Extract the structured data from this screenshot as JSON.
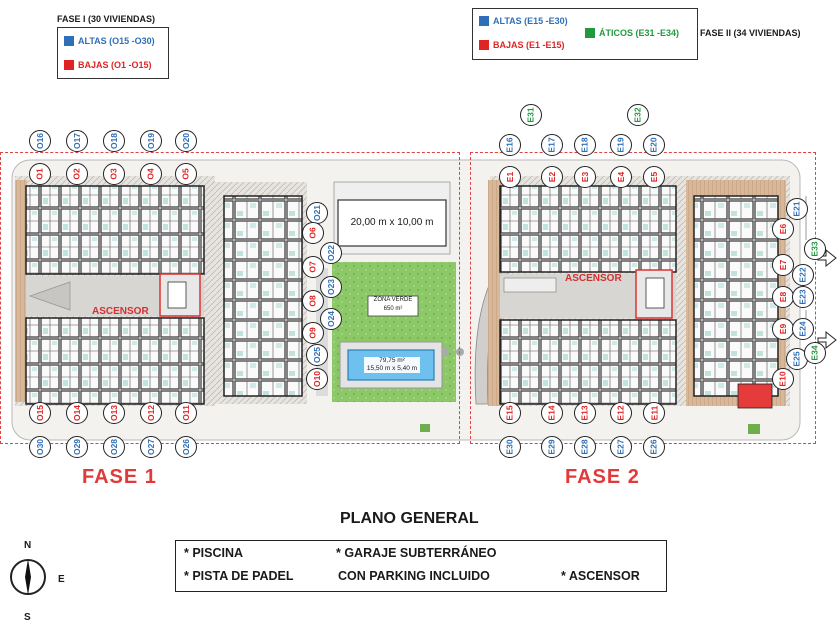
{
  "legend_phase1": {
    "title": "FASE I (30 VIVIENDAS)",
    "altas": "ALTAS (O15 -O30)",
    "bajas": "BAJAS (O1 -O15)"
  },
  "legend_phase2": {
    "altas": "ALTAS (E15 -E30)",
    "bajas": "BAJAS (E1 -E15)",
    "aticos": "ÁTICOS (E31 -E34)",
    "title": "FASE II (34 VIVIENDAS)"
  },
  "colors": {
    "altas": "#2f6fb8",
    "bajas": "#e02424",
    "aticos": "#1f9a3f",
    "phase_label": "#e03a3a",
    "frame": "#d44444"
  },
  "phase1_units": {
    "top_upper": [
      "O16",
      "O17",
      "O18",
      "O19",
      "O20"
    ],
    "top_lower": [
      "O1",
      "O2",
      "O3",
      "O4",
      "O5"
    ],
    "right_column": [
      "O21",
      "O6",
      "O22",
      "O7",
      "O23",
      "O8",
      "O24",
      "O9",
      "O25",
      "O10"
    ],
    "bottom_upper": [
      "O15",
      "O14",
      "O13",
      "O12",
      "O11"
    ],
    "bottom_lower": [
      "O30",
      "O29",
      "O28",
      "O27",
      "O26"
    ]
  },
  "phase2_units": {
    "aticos_top": [
      "E31",
      "E32"
    ],
    "top_upper": [
      "E16",
      "E17",
      "E18",
      "E19",
      "E20"
    ],
    "top_lower": [
      "E1",
      "E2",
      "E3",
      "E4",
      "E5"
    ],
    "right_inner": [
      "E6",
      "E7",
      "E8",
      "E9",
      "E10"
    ],
    "right_outer": [
      "E21",
      "E22",
      "E23",
      "E24",
      "E25"
    ],
    "aticos_right": [
      "E33",
      "E34"
    ],
    "bottom_upper": [
      "E15",
      "E14",
      "E13",
      "E12",
      "E11"
    ],
    "bottom_lower": [
      "E30",
      "E29",
      "E28",
      "E27",
      "E26"
    ]
  },
  "center": {
    "padel_label": "20,00 m x 10,00 m",
    "green_zone_label": "ZONA VERDE",
    "green_zone_area": "650 m²",
    "pool_area": "79,75 m²",
    "pool_dims": "15,50 m x 5,40 m"
  },
  "elevators": {
    "phase1": "ASCENSOR",
    "phase2": "ASCENSOR"
  },
  "phase_labels": {
    "fase1": "FASE 1",
    "fase2": "FASE 2"
  },
  "plan_title": "PLANO GENERAL",
  "amenities": {
    "piscina": "* PISCINA",
    "padel": "* PISTA DE PADEL",
    "garaje_1": "* GARAJE SUBTERRÁNEO",
    "garaje_2": "CON PARKING INCLUIDO",
    "ascensor": "* ASCENSOR"
  },
  "compass": {
    "n": "N",
    "s": "S",
    "e": "E"
  }
}
